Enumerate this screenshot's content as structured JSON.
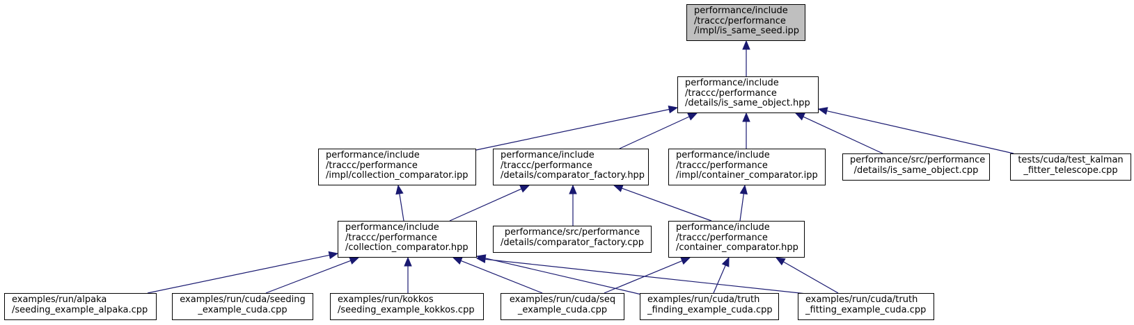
{
  "colors": {
    "edge": "#191970",
    "root_fill": "#bfbfbf",
    "node_fill": "#ffffff",
    "node_border": "#000000"
  },
  "nodes": [
    {
      "id": "root",
      "lines": [
        "performance/include",
        "/traccc/performance",
        "/impl/is_same_seed.ipp"
      ],
      "highlight": true
    },
    {
      "id": "is-same-object-hpp",
      "lines": [
        "performance/include",
        "/traccc/performance",
        "/details/is_same_object.hpp"
      ]
    },
    {
      "id": "impl-collection-comparator-ipp",
      "lines": [
        "performance/include",
        "/traccc/performance",
        "/impl/collection_comparator.ipp"
      ]
    },
    {
      "id": "comparator-factory-hpp",
      "lines": [
        "performance/include",
        "/traccc/performance",
        "/details/comparator_factory.hpp"
      ]
    },
    {
      "id": "impl-container-comparator-ipp",
      "lines": [
        "performance/include",
        "/traccc/performance",
        "/impl/container_comparator.ipp"
      ]
    },
    {
      "id": "is-same-object-cpp",
      "lines": [
        "performance/src/performance",
        "/details/is_same_object.cpp"
      ],
      "centered": true
    },
    {
      "id": "test-kalman-fitter-telescope-cpp",
      "lines": [
        "tests/cuda/test_kalman",
        "_fitter_telescope.cpp"
      ],
      "centered": true
    },
    {
      "id": "collection-comparator-hpp",
      "lines": [
        "performance/include",
        "/traccc/performance",
        "/collection_comparator.hpp"
      ]
    },
    {
      "id": "comparator-factory-cpp",
      "lines": [
        "performance/src/performance",
        "/details/comparator_factory.cpp"
      ],
      "centered": true
    },
    {
      "id": "container-comparator-hpp",
      "lines": [
        "performance/include",
        "/traccc/performance",
        "/container_comparator.hpp"
      ]
    },
    {
      "id": "seeding-example-alpaka-cpp",
      "lines": [
        "examples/run/alpaka",
        "/seeding_example_alpaka.cpp"
      ]
    },
    {
      "id": "seeding-example-cuda-cpp",
      "lines": [
        "examples/run/cuda/seeding",
        "_example_cuda.cpp"
      ],
      "centered": true
    },
    {
      "id": "seeding-example-kokkos-cpp",
      "lines": [
        "examples/run/kokkos",
        "/seeding_example_kokkos.cpp"
      ]
    },
    {
      "id": "seq-example-cuda-cpp",
      "lines": [
        "examples/run/cuda/seq",
        "_example_cuda.cpp"
      ],
      "centered": true
    },
    {
      "id": "truth-finding-example-cuda-cpp",
      "lines": [
        "examples/run/cuda/truth",
        "_finding_example_cuda.cpp"
      ]
    },
    {
      "id": "truth-fitting-example-cuda-cpp",
      "lines": [
        "examples/run/cuda/truth",
        "_fitting_example_cuda.cpp"
      ]
    }
  ],
  "edges": [
    {
      "from": "is-same-object-hpp",
      "to": "root"
    },
    {
      "from": "impl-collection-comparator-ipp",
      "to": "is-same-object-hpp"
    },
    {
      "from": "comparator-factory-hpp",
      "to": "is-same-object-hpp"
    },
    {
      "from": "impl-container-comparator-ipp",
      "to": "is-same-object-hpp"
    },
    {
      "from": "is-same-object-cpp",
      "to": "is-same-object-hpp"
    },
    {
      "from": "test-kalman-fitter-telescope-cpp",
      "to": "is-same-object-hpp"
    },
    {
      "from": "collection-comparator-hpp",
      "to": "impl-collection-comparator-ipp"
    },
    {
      "from": "collection-comparator-hpp",
      "to": "comparator-factory-hpp"
    },
    {
      "from": "comparator-factory-cpp",
      "to": "comparator-factory-hpp"
    },
    {
      "from": "container-comparator-hpp",
      "to": "comparator-factory-hpp"
    },
    {
      "from": "container-comparator-hpp",
      "to": "impl-container-comparator-ipp"
    },
    {
      "from": "seeding-example-alpaka-cpp",
      "to": "collection-comparator-hpp"
    },
    {
      "from": "seeding-example-cuda-cpp",
      "to": "collection-comparator-hpp"
    },
    {
      "from": "seeding-example-kokkos-cpp",
      "to": "collection-comparator-hpp"
    },
    {
      "from": "seq-example-cuda-cpp",
      "to": "collection-comparator-hpp"
    },
    {
      "from": "truth-finding-example-cuda-cpp",
      "to": "collection-comparator-hpp"
    },
    {
      "from": "truth-fitting-example-cuda-cpp",
      "to": "collection-comparator-hpp"
    },
    {
      "from": "seq-example-cuda-cpp",
      "to": "container-comparator-hpp"
    },
    {
      "from": "truth-finding-example-cuda-cpp",
      "to": "container-comparator-hpp"
    },
    {
      "from": "truth-fitting-example-cuda-cpp",
      "to": "container-comparator-hpp"
    }
  ]
}
